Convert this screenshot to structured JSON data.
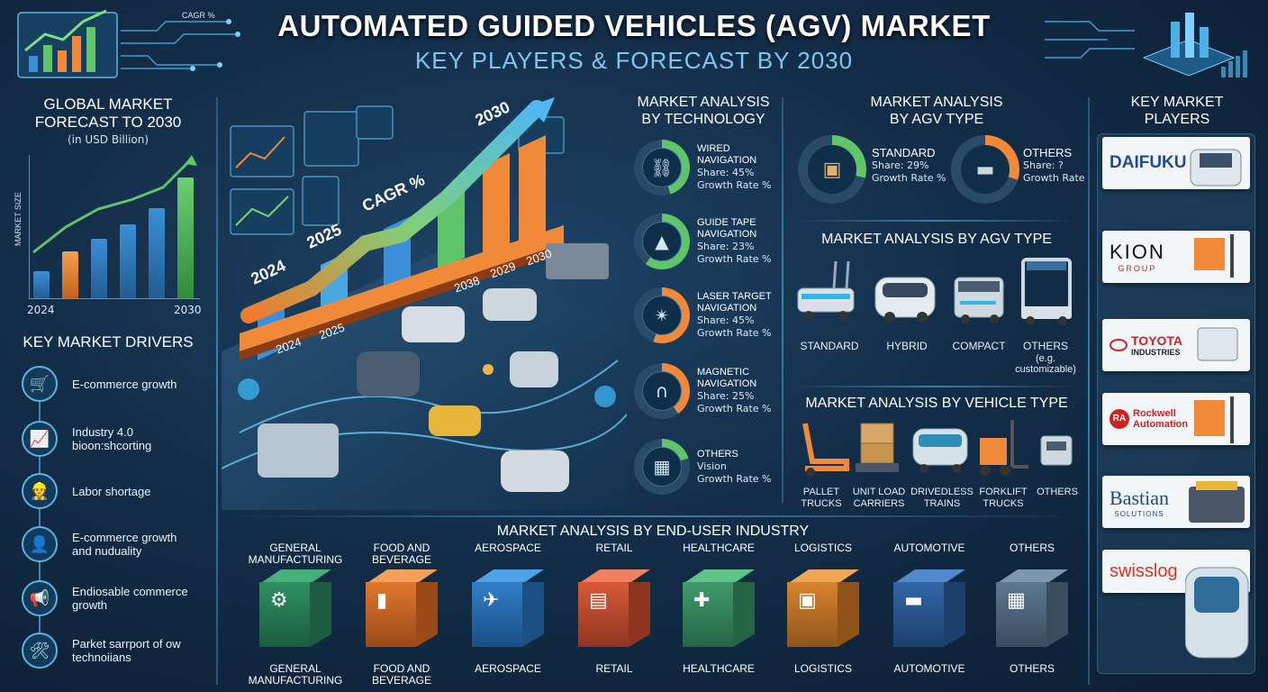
{
  "header": {
    "title": "AUTOMATED GUIDED VEHICLES (AGV) MARKET",
    "subtitle": "KEY PLAYERS & FORECAST BY 2030",
    "badge_left": "CAGR %"
  },
  "forecast": {
    "title_line1": "GLOBAL MARKET",
    "title_line2": "FORECAST TO 2030",
    "unit": "(in USD Billion)",
    "ylabel": "MARKET SIZE",
    "x_start": "2024",
    "x_end": "2030"
  },
  "drivers": {
    "title": "KEY MARKET DRIVERS",
    "items": [
      {
        "l1": "E-commerce growth",
        "l2": "",
        "icon": "cart-icon"
      },
      {
        "l1": "Industry 4.0",
        "l2": "bioon:shcorting",
        "icon": "chart-icon"
      },
      {
        "l1": "Labor shortage",
        "l2": "",
        "icon": "worker-icon"
      },
      {
        "l1": "E-commerce growth",
        "l2": "and nuduality",
        "icon": "person-icon"
      },
      {
        "l1": "Endiosable commerce",
        "l2": "growth",
        "icon": "megaphone-icon"
      },
      {
        "l1": "Parket sarrport of ow",
        "l2": "technoiians",
        "icon": "tools-icon"
      }
    ]
  },
  "hero": {
    "y2024": "2024",
    "y2025": "2025",
    "y2030": "2030",
    "cagr": "CAGR %",
    "y2024b": "2024",
    "y2025b": "2025",
    "y2038": "2038",
    "y2029": "2029",
    "y2030b": "2030"
  },
  "technology": {
    "title_line1": "MARKET ANALYSIS",
    "title_line2": "BY TECHNOLOGY",
    "items": [
      {
        "n1": "WIRED",
        "n2": "NAVIGATION",
        "share": "Share: 45%",
        "growth": "Growth Rate %"
      },
      {
        "n1": "GUIDE TAPE",
        "n2": "NAVIGATION",
        "share": "Share: 23%",
        "growth": "Growth Rate %"
      },
      {
        "n1": "LASER TARGET",
        "n2": "NAVIGATION",
        "share": "Share: 45%",
        "growth": "Growth Rate %"
      },
      {
        "n1": "MAGNETIC",
        "n2": "NAVIGATION",
        "share": "Share: 25%",
        "growth": "Growth Rate %"
      },
      {
        "n1": "OTHERS",
        "n2": "",
        "share": "Vision",
        "growth": "Growth Rate %"
      }
    ]
  },
  "agv_type_top": {
    "title_line1": "MARKET ANALYSIS",
    "title_line2": "BY AGV TYPE",
    "standard": {
      "name": "STANDARD",
      "share": "Share: 29%",
      "growth": "Growth Rate  %"
    },
    "others": {
      "name": "OTHERS",
      "share": "Share: ?",
      "growth": "Growth Rate"
    }
  },
  "agv_type": {
    "title": "MARKET ANALYSIS BY AGV TYPE",
    "items": [
      "STANDARD",
      "HYBRID",
      "COMPACT",
      "OTHERS"
    ],
    "others_note_1": "(e.g.",
    "others_note_2": "customizable)"
  },
  "vehicle_type": {
    "title": "MARKET ANALYSIS BY VEHICLE TYPE",
    "items": [
      {
        "l1": "PALLET",
        "l2": "TRUCKS"
      },
      {
        "l1": "UNIT LOAD",
        "l2": "CARRIERS"
      },
      {
        "l1": "DRIVEDLESS",
        "l2": "TRAINS"
      },
      {
        "l1": "FORKLIFT",
        "l2": "TRUCKS"
      },
      {
        "l1": "OTHERS",
        "l2": ""
      }
    ]
  },
  "end_user": {
    "title": "MARKET ANALYSIS BY END-USER INDUSTRY",
    "top": [
      {
        "l1": "GENERAL",
        "l2": "MANUFACTURING"
      },
      {
        "l1": "FOOD AND",
        "l2": "BEVERAGE"
      },
      {
        "l1": "AEROSPACE",
        "l2": ""
      },
      {
        "l1": "RETAIL",
        "l2": ""
      },
      {
        "l1": "HEALTHCARE",
        "l2": ""
      },
      {
        "l1": "LOGISTICS",
        "l2": ""
      },
      {
        "l1": "AUTOMOTIVE",
        "l2": ""
      },
      {
        "l1": "OTHERS",
        "l2": ""
      }
    ],
    "bottom": [
      {
        "l1": "GENERAL",
        "l2": "MANUFACTURING"
      },
      {
        "l1": "FOOD AND",
        "l2": "BEVERAGE"
      },
      {
        "l1": "AEROSPACE",
        "l2": ""
      },
      {
        "l1": "RETAIL",
        "l2": ""
      },
      {
        "l1": "HEALTHCARE",
        "l2": ""
      },
      {
        "l1": "LOGISTICS",
        "l2": ""
      },
      {
        "l1": "AUTOMOTIVE",
        "l2": ""
      },
      {
        "l1": "OTHERS",
        "l2": ""
      }
    ]
  },
  "players": {
    "title_line1": "KEY MARKET",
    "title_line2": "PLAYERS",
    "items": [
      {
        "name": "DAIFUKU",
        "sub": ""
      },
      {
        "name": "KION",
        "sub": "GROUP"
      },
      {
        "name": "TOYOTA",
        "sub": "INDUSTRIES"
      },
      {
        "name": "Rockwell",
        "sub": "Automation"
      },
      {
        "name": "Bastian",
        "sub": "SOLUTIONS"
      },
      {
        "name": "swisslog",
        "sub": ""
      }
    ]
  },
  "colors": {
    "accent": "#4aa3d6",
    "green": "#5fc46a",
    "orange": "#f08a3a",
    "navy": "#0c1e33"
  }
}
